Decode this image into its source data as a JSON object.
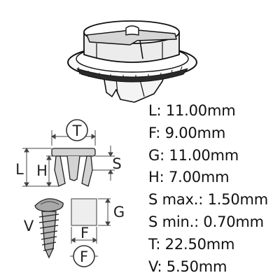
{
  "diagram": {
    "labels": {
      "T": "T",
      "L": "L",
      "H": "H",
      "S": "S",
      "G": "G",
      "V": "V",
      "F_bracket": "F",
      "F_circle": "F"
    },
    "specs": [
      "L: 11.00mm",
      "F: 9.00mm",
      "G: 11.00mm",
      "H: 7.00mm",
      "S max.: 1.50mm",
      "S min.: 0.70mm",
      "T: 22.50mm",
      "V: 5.50mm"
    ]
  }
}
